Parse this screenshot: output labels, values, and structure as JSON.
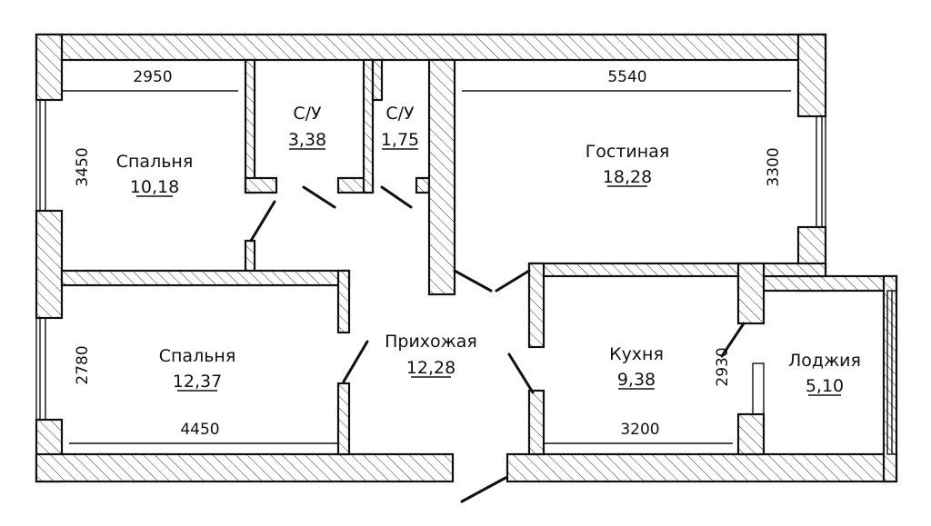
{
  "rooms": {
    "bedroom_top": {
      "name": "Спальня",
      "area": "10,18"
    },
    "wc_1": {
      "name": "С/У",
      "area": "3,38"
    },
    "wc_2": {
      "name": "С/У",
      "area": "1,75"
    },
    "living": {
      "name": "Гостиная",
      "area": "18,28"
    },
    "bedroom_bottom": {
      "name": "Спальня",
      "area": "12,37"
    },
    "hall": {
      "name": "Прихожая",
      "area": "12,28"
    },
    "kitchen": {
      "name": "Кухня",
      "area": "9,38"
    },
    "loggia": {
      "name": "Лоджия",
      "area": "5,10"
    }
  },
  "dimensions": {
    "bedroom_top_width": "2950",
    "bedroom_top_height": "3450",
    "living_width": "5540",
    "living_height": "3300",
    "bedroom_bottom_height": "2780",
    "bedroom_bottom_width": "4450",
    "kitchen_width": "3200",
    "kitchen_height": "2930"
  }
}
